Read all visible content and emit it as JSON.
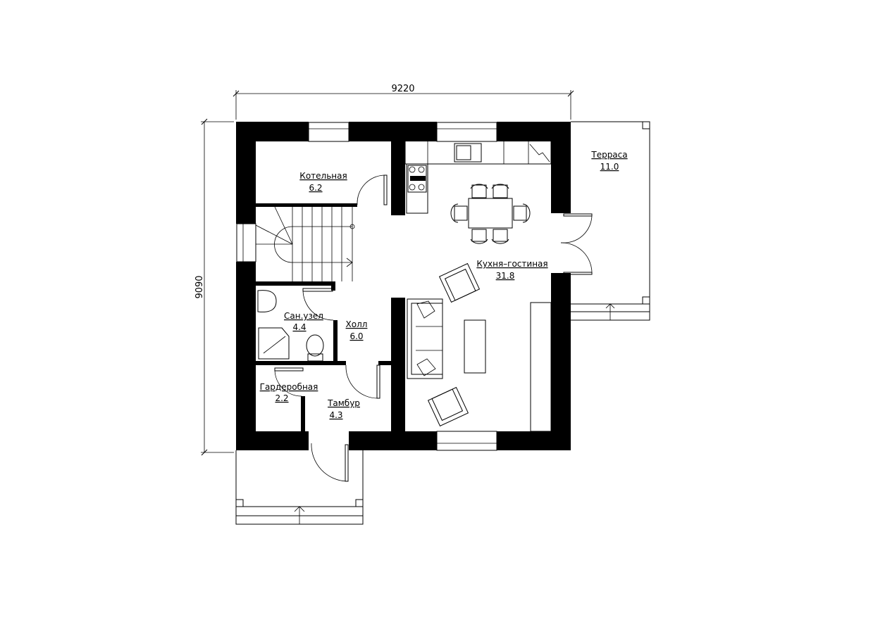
{
  "dimensions": {
    "width": "9220",
    "height": "9090"
  },
  "rooms": [
    {
      "id": "boiler",
      "name": "Котельная",
      "area": "6.2"
    },
    {
      "id": "kitchen-living",
      "name": "Кухня–гостиная",
      "area": "31.8"
    },
    {
      "id": "terrace",
      "name": "Терраса",
      "area": "11.0"
    },
    {
      "id": "bathroom",
      "name": "Сан.узел",
      "area": "4.4"
    },
    {
      "id": "hall",
      "name": "Холл",
      "area": "6.0"
    },
    {
      "id": "wardrobe",
      "name": "Гардеробная",
      "area": "2.2"
    },
    {
      "id": "vestibule",
      "name": "Тамбур",
      "area": "4.3"
    }
  ]
}
